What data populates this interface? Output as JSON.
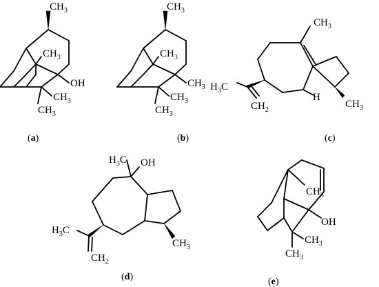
{
  "panels": {
    "a": {
      "label": "a",
      "atoms": {
        "methyl_top": "CH3",
        "methyl_bridge": "CH3",
        "hydroxyl": "OH",
        "methyl_gem1": "CH3",
        "methyl_gem2": "CH3"
      }
    },
    "b": {
      "label": "b",
      "atoms": {
        "methyl_top": "CH3",
        "methyl_bridge": "CH3",
        "methyl_right": "CH3",
        "methyl_gem1": "CH3",
        "methyl_gem2": "CH3"
      }
    },
    "c": {
      "label": "c",
      "atoms": {
        "methyl_top": "CH3",
        "methyl_left": "H3C",
        "methylene": "CH2",
        "hydrogen": "H",
        "methyl_right": "CH3"
      }
    },
    "d": {
      "label": "d",
      "atoms": {
        "methyl_top": "H3C",
        "hydroxyl": "OH",
        "methyl_left": "H3C",
        "methylene": "CH2",
        "methyl_right": "CH3"
      }
    },
    "e": {
      "label": "e",
      "atoms": {
        "methyl_bridge": "CH3",
        "hydroxyl": "OH",
        "methyl_gem1": "CH3",
        "methyl_gem2": "CH3"
      }
    }
  }
}
